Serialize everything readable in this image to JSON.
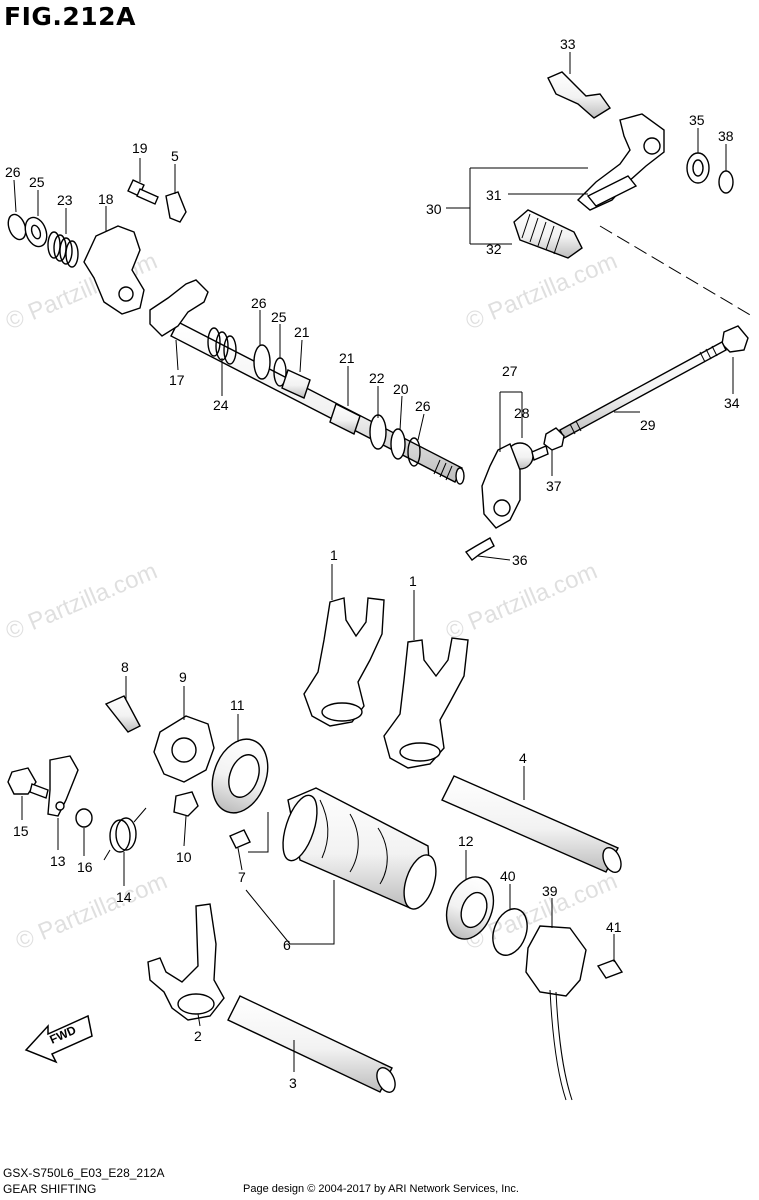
{
  "page": {
    "title": "FIG.212A",
    "model_code": "GSX-S750L6_E03_E28_212A",
    "section_name": "GEAR SHIFTING",
    "credit": "Page design © 2004-2017 by ARI Network Services, Inc.",
    "watermark": "© Partzilla.com",
    "direction_label": "FWD"
  },
  "callouts": [
    "1",
    "1",
    "2",
    "3",
    "4",
    "5",
    "6",
    "7",
    "8",
    "9",
    "10",
    "11",
    "12",
    "13",
    "14",
    "15",
    "16",
    "17",
    "18",
    "19",
    "20",
    "21",
    "21",
    "22",
    "23",
    "24",
    "25",
    "25",
    "26",
    "26",
    "26",
    "27",
    "28",
    "29",
    "30",
    "31",
    "32",
    "33",
    "34",
    "35",
    "36",
    "37",
    "38",
    "39",
    "40",
    "41"
  ],
  "colors": {
    "ink": "#000000",
    "paper": "#ffffff",
    "shade": "#d9d9d9"
  }
}
